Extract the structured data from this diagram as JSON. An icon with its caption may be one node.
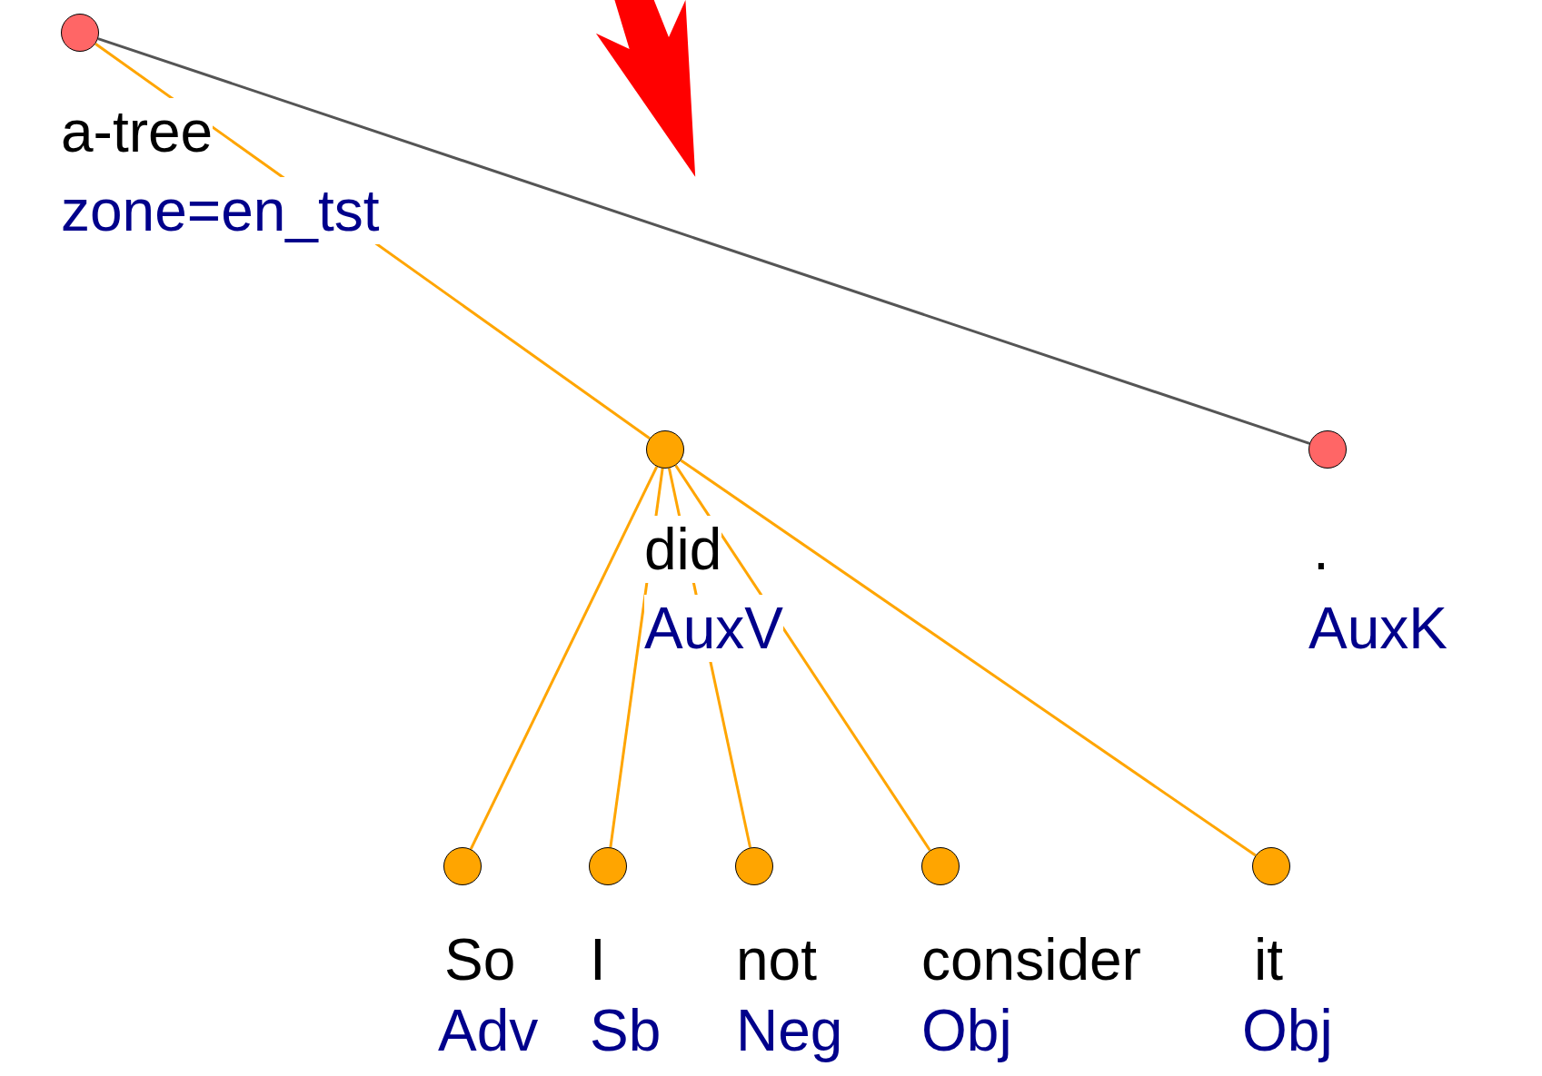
{
  "diagram": {
    "nodes": [
      {
        "text": [],
        "shape": "circle",
        "beside": [
          "a-tree",
          "zone=en_tst"
        ]
      },
      {
        "text": [],
        "shape": "circle",
        "beside": [
          "did",
          "AuxV"
        ]
      },
      {
        "text": [],
        "shape": "circle",
        "beside": [
          ".",
          "AuxK"
        ]
      },
      {
        "text": [],
        "shape": "circle",
        "beside": [
          "So",
          "Adv"
        ]
      },
      {
        "text": [],
        "shape": "circle",
        "beside": [
          "I",
          "Sb"
        ]
      },
      {
        "text": [],
        "shape": "circle",
        "beside": [
          "not",
          "Neg"
        ]
      },
      {
        "text": [],
        "shape": "circle",
        "beside": [
          "consider",
          "Obj"
        ]
      },
      {
        "text": [],
        "shape": "circle",
        "beside": [
          "it",
          "Obj"
        ]
      }
    ],
    "edges": [
      {
        "from": 0,
        "to": 1,
        "arrow": "none"
      },
      {
        "from": 0,
        "to": 2,
        "arrow": "none",
        "color": "#555555"
      },
      {
        "from": 1,
        "to": 3,
        "arrow": "none"
      },
      {
        "from": 1,
        "to": 4,
        "arrow": "none"
      },
      {
        "from": 1,
        "to": 5,
        "arrow": "none"
      },
      {
        "from": 1,
        "to": 6,
        "arrow": "none"
      },
      {
        "from": 1,
        "to": 7,
        "arrow": "none"
      }
    ]
  }
}
